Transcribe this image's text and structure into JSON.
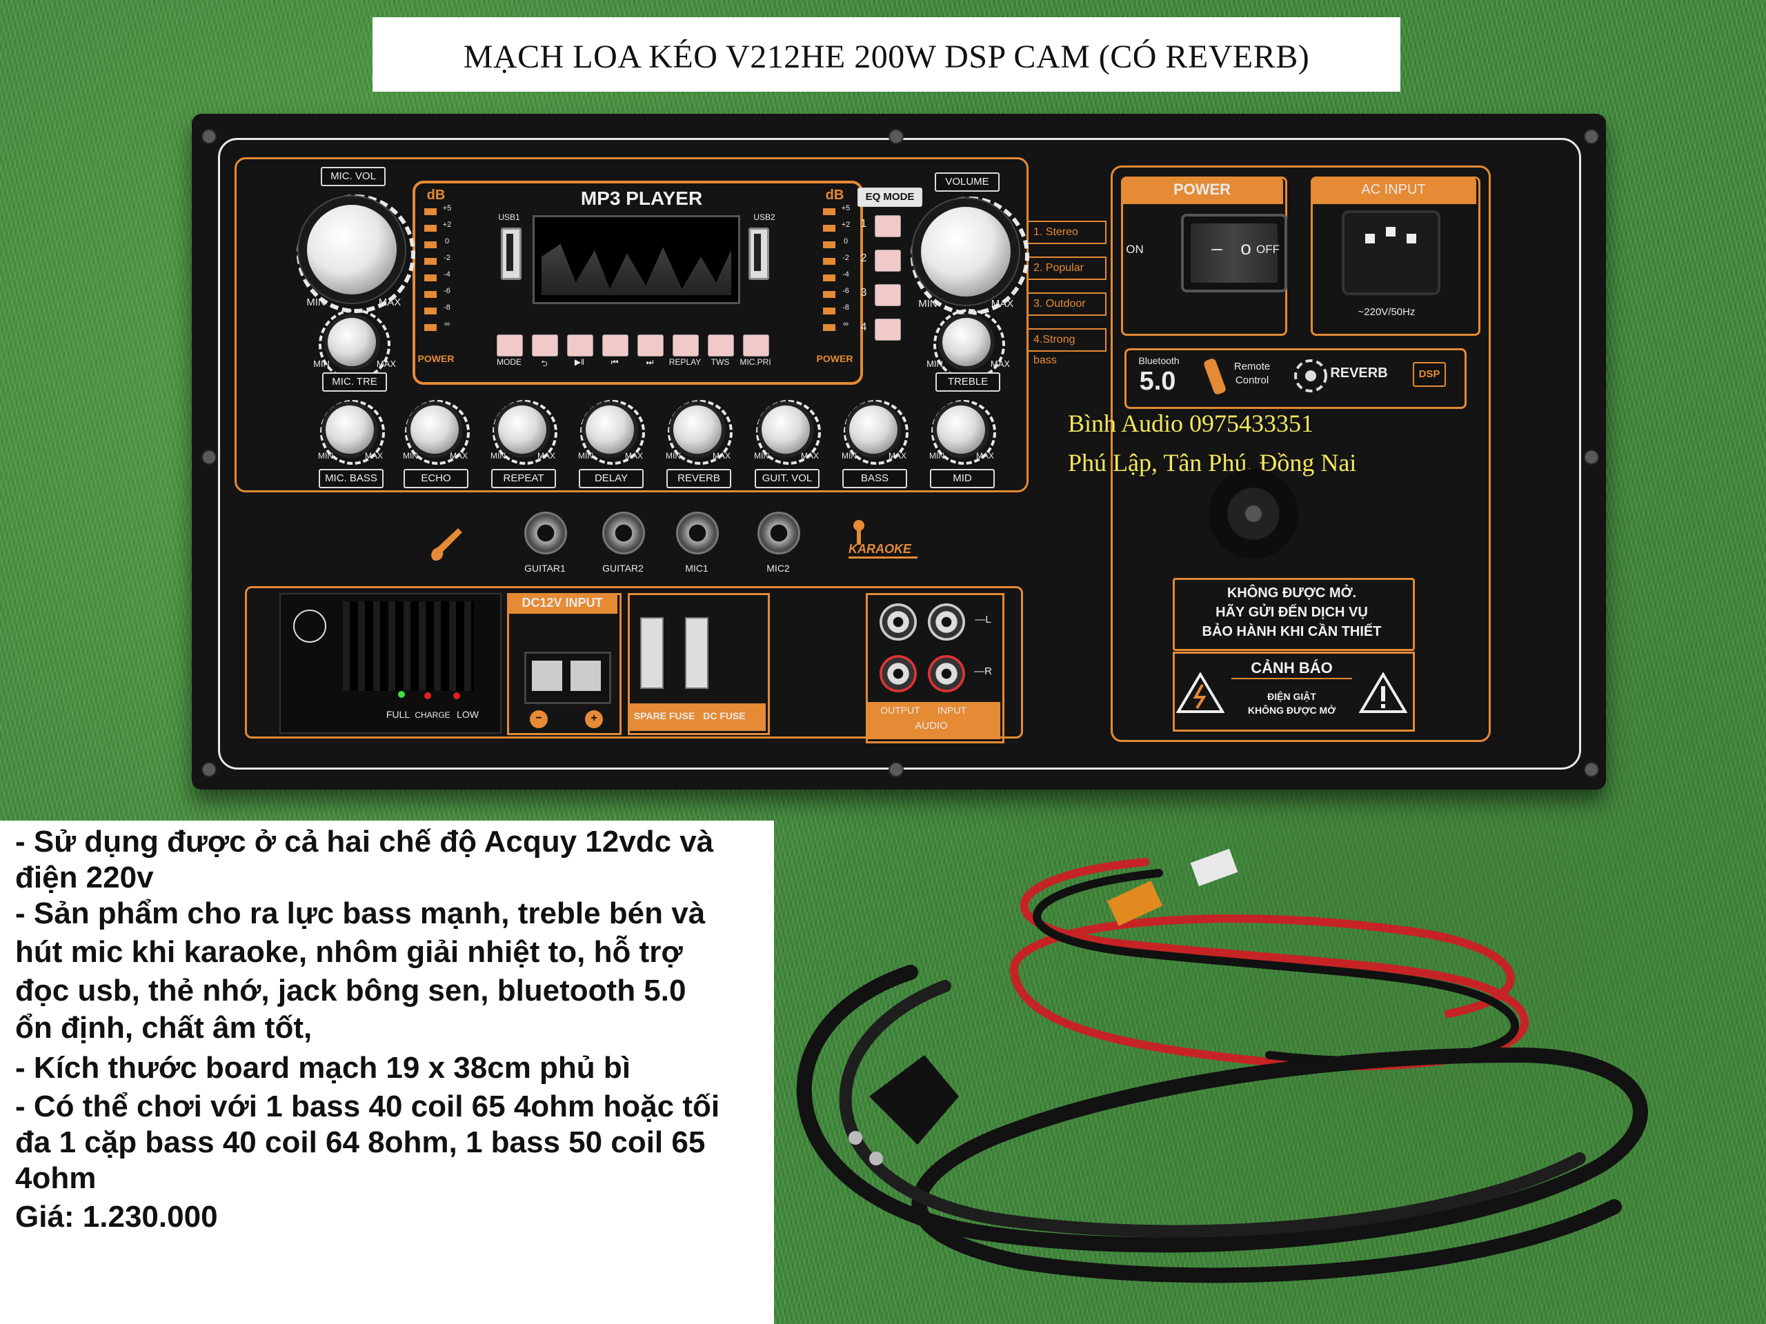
{
  "title": "MẠCH LOA KÉO V212HE 200W DSP CAM (CÓ REVERB)",
  "contact": {
    "line1": "Bình Audio 0975433351",
    "line2": "Phú Lập, Tân Phú, Đồng Nai"
  },
  "panel": {
    "mp3_label": "MP3 PLAYER",
    "usb1": "USB1",
    "usb2": "USB2",
    "db_left": "dB",
    "db_right": "dB",
    "db_scale": [
      "+5",
      "+2",
      "0",
      "-2",
      "-4",
      "-6",
      "-8",
      "∞"
    ],
    "power_left": "POWER",
    "power_right": "POWER",
    "eq_mode": "EQ MODE",
    "eq_numbers": [
      "1",
      "2",
      "3",
      "4"
    ],
    "eq_options": [
      "1. Stereo",
      "2. Popular",
      "3. Outdoor",
      "4.Strong bass"
    ],
    "player_buttons": [
      "MODE",
      "⮌",
      "▶‖",
      "⏮",
      "⏭",
      "REPLAY",
      "TWS",
      "MIC.PRI"
    ],
    "mic_vol": "MIC. VOL",
    "volume": "VOLUME",
    "mic_tre": "MIC. TRE",
    "treble": "TREBLE",
    "min": "MIN",
    "max": "MAX",
    "bottom_knobs": [
      "MIC. BASS",
      "ECHO",
      "REPEAT",
      "DELAY",
      "REVERB",
      "GUIT. VOL",
      "BASS",
      "MID"
    ],
    "jacks": [
      "GUITAR1",
      "GUITAR2",
      "MIC1",
      "MIC2"
    ],
    "karaoke": "KARAOKE",
    "power_title": "POWER",
    "on": "ON",
    "off": "OFF",
    "ac_input": "AC INPUT",
    "ac_rating": "~220V/50Hz",
    "bluetooth": "Bluetooth",
    "bt_version": "5.0",
    "remote_control": "Remote Control",
    "reverb": "REVERB",
    "dsp": "DSP",
    "warning_notice": [
      "KHÔNG ĐƯỢC MỞ.",
      "HÃY GỬI ĐẾN DỊCH VỤ",
      "BẢO HÀNH KHI CẦN THIẾT"
    ],
    "canh_bao": "CẢNH BÁO",
    "canh_bao_sub": [
      "ĐIỆN GIẬT",
      "KHÔNG ĐƯỢC MỞ"
    ],
    "dc_input": "DC12V INPUT",
    "spare_fuse": "SPARE FUSE",
    "dc_fuse": "DC FUSE",
    "full": "FULL",
    "charge": "CHARGE",
    "low": "LOW",
    "output": "OUTPUT",
    "input": "INPUT",
    "audio": "AUDIO",
    "l": "—L",
    "r": "—R",
    "minus": "−",
    "plus": "+"
  },
  "description": [
    "- Sử dụng được ở cả hai chế độ Acquy 12vdc và",
    "điện 220v",
    "- Sản phẩm cho ra lực bass mạnh, treble bén và",
    "hút mic khi karaoke, nhôm giải nhiệt to, hỗ trợ",
    "đọc usb, thẻ nhớ, jack bông sen, bluetooth 5.0",
    "ổn định, chất âm tốt,",
    "- Kích thước board mạch 19 x 38cm phủ bì",
    "- Có thể chơi với 1 bass 40 coil 65 4ohm hoặc tối",
    "đa 1 cặp bass 40 coil 64 8ohm, 1 bass 50 coil 65",
    "4ohm",
    "Giá: 1.230.000"
  ],
  "colors": {
    "accent_orange": "#e58a35",
    "plate": "#141414",
    "grass": "#3f8a3a",
    "contact_yellow": "#f4e860"
  }
}
